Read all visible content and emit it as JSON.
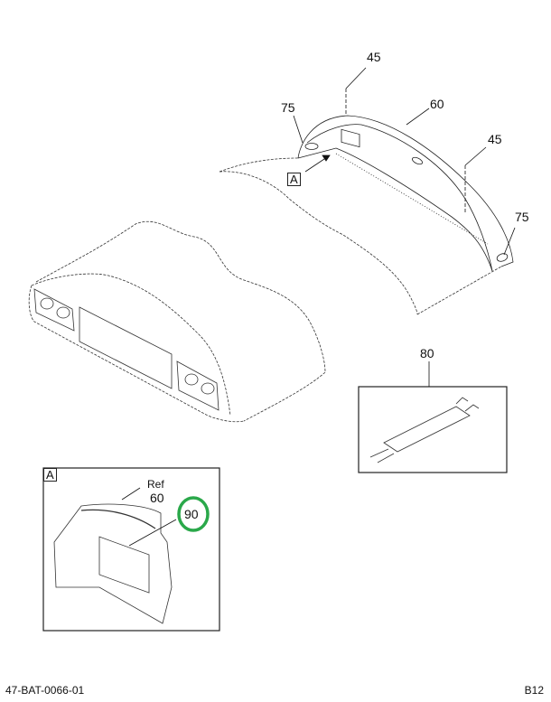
{
  "diagram": {
    "callouts": {
      "c45_top": "45",
      "c60": "60",
      "c75_left": "75",
      "c45_right": "45",
      "c75_right": "75",
      "c80": "80",
      "detail_ref_label": "Ref",
      "detail_ref_num": "60",
      "c90": "90"
    },
    "view_labels": {
      "main_view_marker": "A",
      "detail_view_marker": "A"
    },
    "highlight": {
      "callout": "90",
      "color": "#2aa84a"
    }
  },
  "footer": {
    "drawing_id": "47-BAT-0066-01",
    "page_ref": "B12"
  }
}
